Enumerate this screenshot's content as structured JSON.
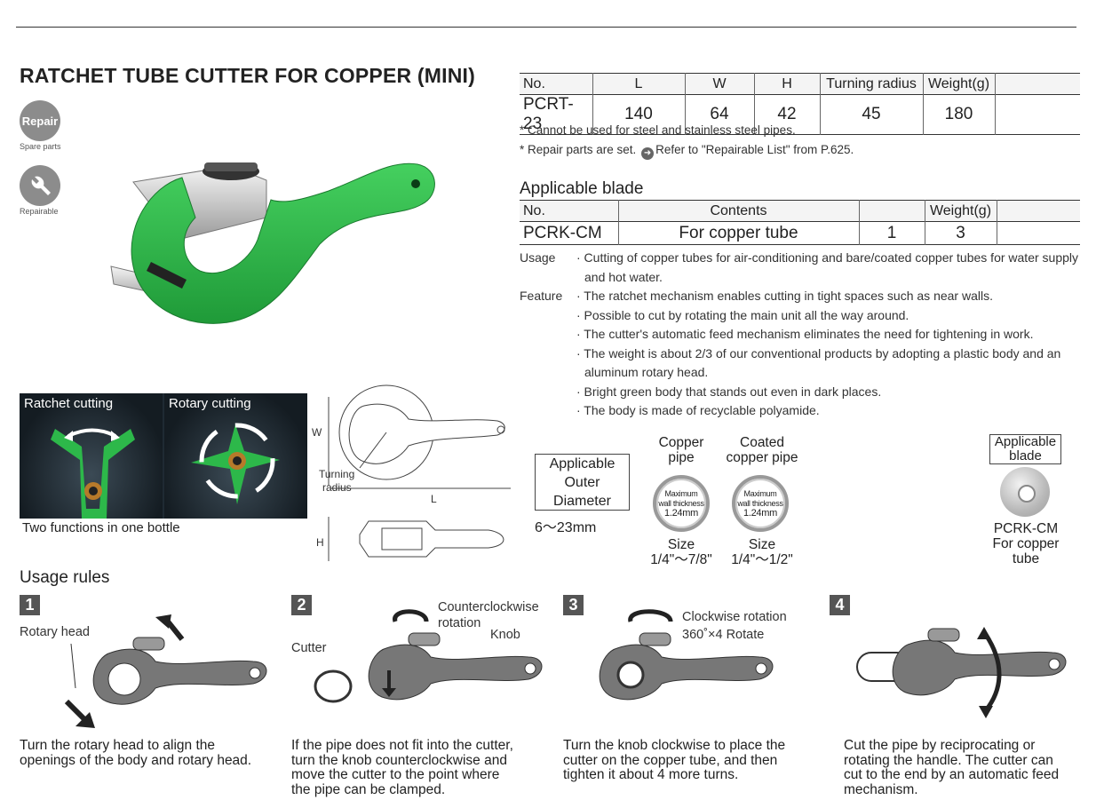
{
  "title": "RATCHET TUBE CUTTER FOR COPPER (MINI)",
  "badges": [
    {
      "icon": "repair-icon",
      "text": "Repair",
      "label": "Spare parts"
    },
    {
      "icon": "wrench-icon",
      "label": "Repairable"
    }
  ],
  "spec_table": {
    "headers": [
      "No.",
      "L",
      "W",
      "H",
      "Turning radius",
      "Weight(g)",
      ""
    ],
    "row": [
      "PCRT-23",
      "140",
      "64",
      "42",
      "45",
      "180",
      ""
    ]
  },
  "notes": [
    "* Cannot be used for steel and stainless steel pipes.",
    "* Repair parts are set.",
    "Refer to \"Repairable List\" from P.625."
  ],
  "blade_section": {
    "heading": "Applicable blade",
    "headers": [
      "No.",
      "Contents",
      "",
      "Weight(g)",
      ""
    ],
    "row": [
      "PCRK-CM",
      "For copper tube",
      "1",
      "3",
      ""
    ]
  },
  "usage": {
    "key": "Usage",
    "items": [
      "· Cutting of copper tubes for air-conditioning and bare/coated copper tubes for water supply and hot water."
    ]
  },
  "feature": {
    "key": "Feature",
    "items": [
      "· The ratchet mechanism enables cutting in tight spaces such as near walls.",
      "· Possible to cut by rotating the main unit all the way around.",
      "· The cutter's automatic feed mechanism eliminates the need for tightening in work.",
      "· The weight is about 2/3 of our conventional products by adopting a plastic body and an aluminum rotary head.",
      "· Bright green body that stands out even in dark places.",
      "· The body is made of recyclable polyamide."
    ]
  },
  "photo": {
    "left_label": "Ratchet cutting",
    "right_label": "Rotary cutting",
    "caption": "Two functions in one bottle"
  },
  "diagram": {
    "w": "W",
    "l": "L",
    "h": "H",
    "turning1": "Turning",
    "turning2": "radius"
  },
  "outer_diameter": {
    "line1": "Applicable",
    "line2": "Outer",
    "line3": "Diameter",
    "value": "6～23mm"
  },
  "pipes": [
    {
      "head1": "Copper",
      "head2": "pipe",
      "w1": "Maximum",
      "w2": "wall thickness",
      "w3": "1.24mm",
      "size_label": "Size",
      "size": "1/4\"～7/8\""
    },
    {
      "head1": "Coated",
      "head2": "copper pipe",
      "w1": "Maximum",
      "w2": "wall thickness",
      "w3": "1.24mm",
      "size_label": "Size",
      "size": "1/4\"～1/2\""
    }
  ],
  "applicable_blade_box": {
    "line1": "Applicable",
    "line2": "blade",
    "cap1": "PCRK-CM",
    "cap2": "For copper",
    "cap3": "tube"
  },
  "usage_rules": {
    "heading": "Usage rules",
    "steps": [
      {
        "num": "1",
        "callouts": [
          "Rotary head"
        ],
        "lines": [
          "Turn the rotary head to align the",
          "openings of the body and rotary head."
        ]
      },
      {
        "num": "2",
        "callouts": [
          "Counterclockwise",
          "rotation",
          "Knob",
          "Cutter"
        ],
        "lines": [
          "If the pipe does not fit into the cutter,",
          "turn the knob counterclockwise and",
          "move the cutter to the point where",
          "the pipe can be clamped."
        ]
      },
      {
        "num": "3",
        "callouts": [
          "Clockwise rotation",
          "360˚×4 Rotate"
        ],
        "lines": [
          "Turn the knob clockwise to place the",
          "cutter on the copper tube, and then",
          "tighten it about 4 more turns."
        ]
      },
      {
        "num": "4",
        "callouts": [],
        "lines": [
          "Cut the pipe by reciprocating or",
          "rotating the handle. The cutter can",
          "cut to the end by an automatic feed",
          "mechanism."
        ]
      }
    ]
  },
  "colors": {
    "green": "#2db84a",
    "dark_green": "#1e8f36",
    "badge_gray": "#8c8c8c"
  }
}
